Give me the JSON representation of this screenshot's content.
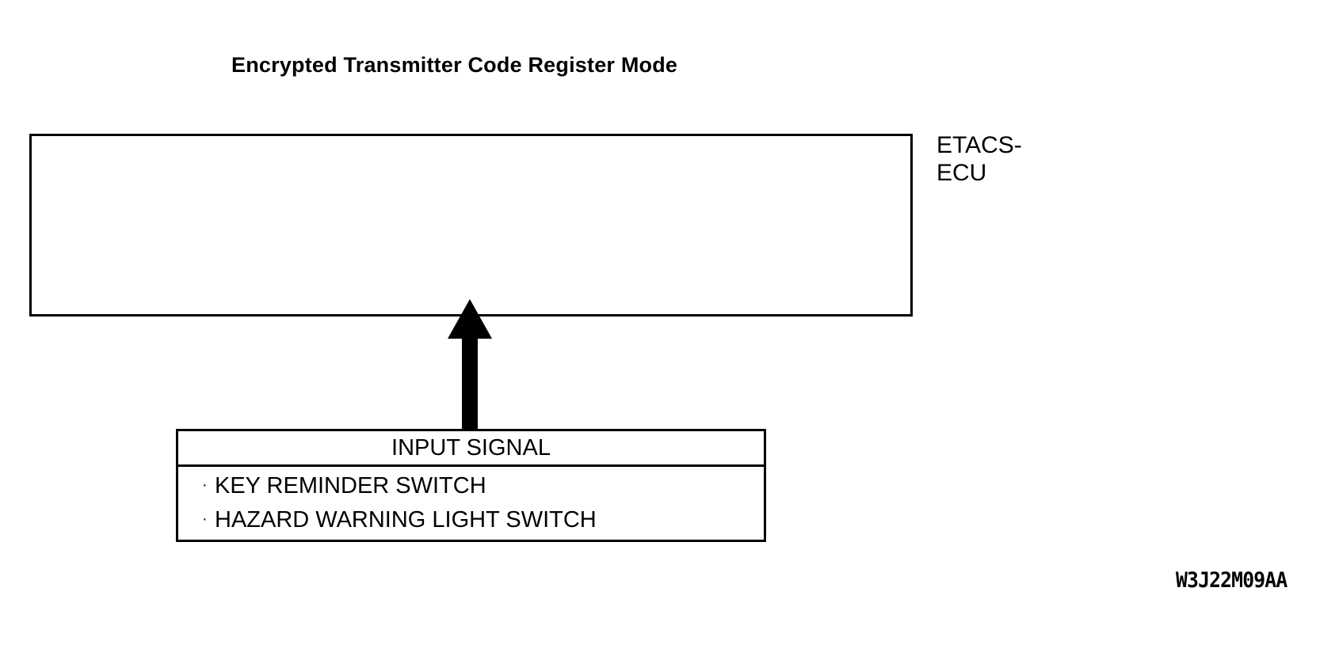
{
  "diagram": {
    "title": "Encrypted Transmitter Code Register Mode",
    "ecu": {
      "label_line1": "ETACS-",
      "label_line2": "ECU"
    },
    "arrow": {
      "direction": "up",
      "name": "input-signal-arrow"
    },
    "input_signal_box": {
      "header": "INPUT SIGNAL",
      "bullet": "·",
      "items": [
        "KEY REMINDER SWITCH",
        "HAZARD WARNING LIGHT SWITCH"
      ]
    },
    "figure_code": "W3J22M09AA",
    "colors": {
      "ink": "#000000",
      "background": "#ffffff"
    }
  }
}
